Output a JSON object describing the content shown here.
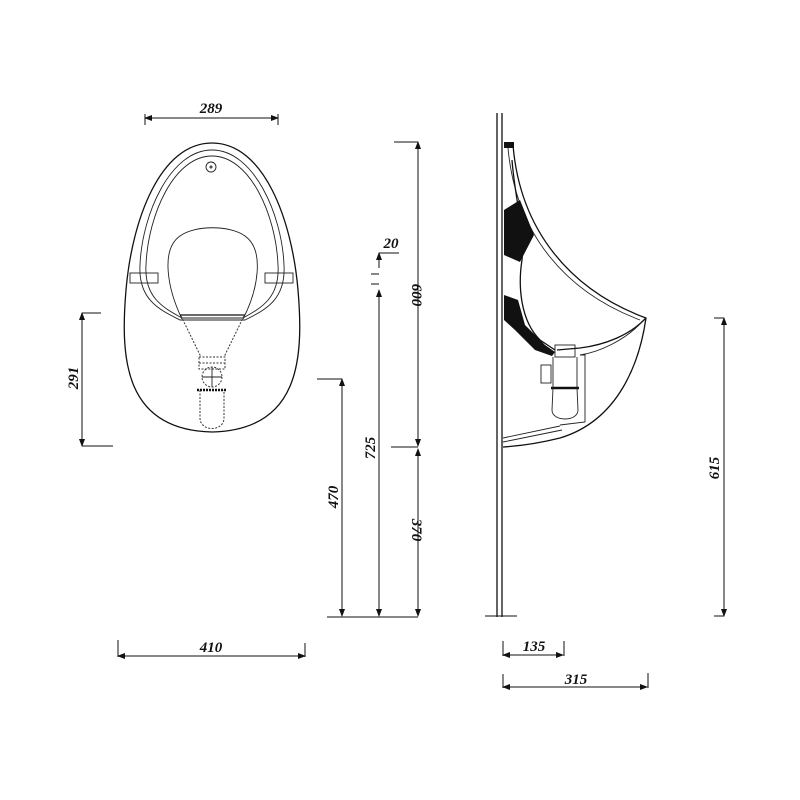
{
  "drawing": {
    "type": "technical-drawing",
    "subject": "wall-hung urinal, front and side elevation",
    "views": [
      "front",
      "side"
    ]
  },
  "dimensions": {
    "front": {
      "top_width": "289",
      "overall_width": "410",
      "outlet_height": "291"
    },
    "heights": {
      "bottom_edge": "470",
      "inlet_total": "725",
      "inlet_offset": "20",
      "top_above": "600",
      "floor_to_break": "370"
    },
    "side": {
      "projection_outlet": "135",
      "overall_depth": "315",
      "body_height": "615"
    }
  }
}
